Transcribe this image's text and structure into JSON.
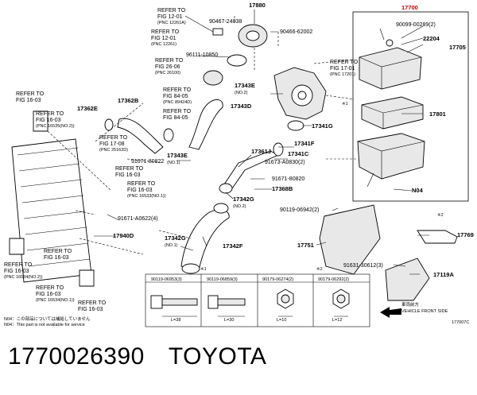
{
  "caption": {
    "part_number": "1770026390",
    "brand": "TOYOTA"
  },
  "diagram": {
    "figure_id": "177007C",
    "refs": {
      "r1": [
        "REFER TO",
        "FIG 12-01",
        "(PNC 12261A)"
      ],
      "r2": [
        "REFER TO",
        "FIG 12-01",
        "(PNC 12261)"
      ],
      "r3": [
        "REFER TO",
        "FIG 26-06",
        "(PNC 26100)"
      ],
      "r4": [
        "REFER TO",
        "FIG 84-05",
        "(PNC 89424D)"
      ],
      "r5": [
        "REFER TO",
        "FIG 84-05"
      ],
      "r6": [
        "REFER TO",
        "FIG 17-01",
        "(PNC 17201)"
      ],
      "r7": [
        "REFER TO",
        "FIG 16-03"
      ],
      "r8": [
        "REFER TO",
        "FIG 16-03",
        "(PNC 16535(NO.2))"
      ],
      "r9": [
        "REFER TO",
        "FIG 17-08",
        "(PNC 25162D)"
      ],
      "r10": [
        "REFER TO",
        "FIG 16-03"
      ],
      "r11": [
        "REFER TO",
        "FIG 16-03",
        "(PNC 16533(NO.1))"
      ],
      "r12": [
        "REFER TO",
        "FIG 16-03"
      ],
      "r13": [
        "REFER TO",
        "FIG 16-03",
        "(PNC 16534(NO.2))"
      ],
      "r14": [
        "REFER TO",
        "FIG 16-03",
        "(PNC 16534(NO.1))"
      ],
      "r15": [
        "REFER TO",
        "FIG 16-03"
      ],
      "r16": [
        "REFER TO"
      ]
    },
    "parts": {
      "p17880": "17880",
      "p90467": "90467-24038",
      "p90466": "90466-62002",
      "p96111": "96111-10850",
      "p17700": "17700",
      "p90099": "90099-00289(2)",
      "p22204": "22204",
      "p17705": "17705",
      "p17343E_a": "17343E",
      "p17343E_a_no": "(NO.2)",
      "p17343D": "17343D",
      "p17362B": "17362B",
      "p17362E": "17362E",
      "p17801": "17801",
      "p17341G": "17341G",
      "p17341F": "17341F",
      "p17341C": "17341C",
      "p17361J": "17361J",
      "p91671_822": "91671-80822",
      "p17343E_b": "17343E",
      "p17343E_b_no": "(NO.1)",
      "p91673": "91673-A0830(2)",
      "p91671_820": "91671-80820",
      "p17368B": "17368B",
      "pN04": "N04",
      "p17342G_a": "17342G",
      "p17342G_a_no": "(NO.2)",
      "p90119_942": "90119-06942(2)",
      "p91671_A0622": "91671-A0622(4)",
      "p17940D": "17940D",
      "p17342G_b": "17342G",
      "p17342G_b_no": "(NO.1)",
      "p17342F": "17342F",
      "p17751": "17751",
      "p17769": "17769",
      "p91631": "91631-30612(3)",
      "p17119A": "17119A",
      "mark1": "※1",
      "mark2": "※2"
    },
    "bolts": [
      {
        "code": "90119-06953(3)",
        "len": "L=38"
      },
      {
        "code": "90119-06859(3)",
        "len": "L=30"
      },
      {
        "code": "90179-06274(2)",
        "len": "L=10"
      },
      {
        "code": "90179-06292(2)",
        "len": "L=12"
      }
    ],
    "front_label_jp": "車両前方",
    "front_label_en": "VEHICLE FRONT SIDE",
    "notes": [
      "N04：この部品については補給していません",
      "N04：This part is not available for service"
    ]
  }
}
